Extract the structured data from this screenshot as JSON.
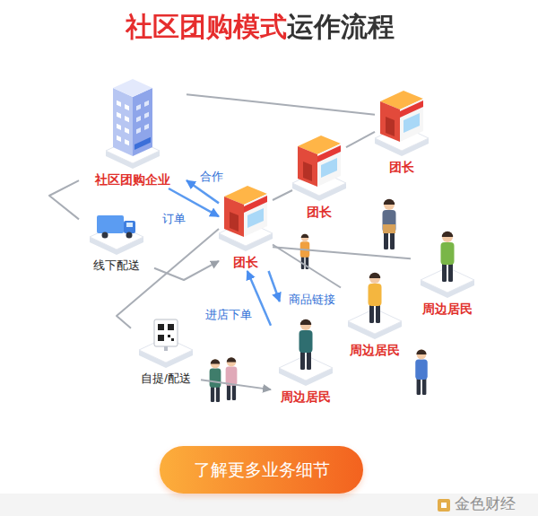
{
  "diagram": {
    "title": "社区团购模式运作流程",
    "nodes": [
      {
        "text": [
          "社区团购企业"
        ]
      },
      {
        "text": [
          "团长"
        ]
      },
      {
        "text": [
          "团长"
        ]
      },
      {
        "text": [
          "团长"
        ]
      },
      {
        "text": [
          "线下配送"
        ]
      },
      {
        "text": [
          "周边居民"
        ]
      },
      {
        "text": [
          "周边居民"
        ]
      },
      {
        "text": [
          "自提/配送"
        ]
      },
      {
        "text": [
          "周边居民"
        ]
      },
      {
        "text": [
          "了解更多业务细节"
        ]
      }
    ],
    "edges": [
      {
        "from": 3,
        "to": 0,
        "label": "合作",
        "arrow": "to"
      },
      {
        "from": 0,
        "to": 3,
        "label": "订单",
        "arrow": "to"
      },
      {
        "from": 3,
        "to": 8,
        "label": "商品链接",
        "arrow": "to"
      },
      {
        "from": 8,
        "to": 3,
        "label": "进店下单",
        "arrow": "to"
      },
      {
        "from": 0,
        "to": 1,
        "arrow": "none"
      },
      {
        "from": 0,
        "to": 4,
        "arrow": "none"
      },
      {
        "from": 4,
        "to": 3,
        "arrow": "to"
      },
      {
        "from": 3,
        "to": 2,
        "arrow": "none"
      },
      {
        "from": 2,
        "to": 1,
        "arrow": "none"
      },
      {
        "from": 3,
        "to": 5,
        "arrow": "none"
      },
      {
        "from": 3,
        "to": 6,
        "arrow": "none"
      },
      {
        "from": 3,
        "to": 7,
        "arrow": "none"
      },
      {
        "from": 7,
        "to": 8,
        "arrow": "to"
      }
    ],
    "labels": [
      "金色财经"
    ]
  }
}
